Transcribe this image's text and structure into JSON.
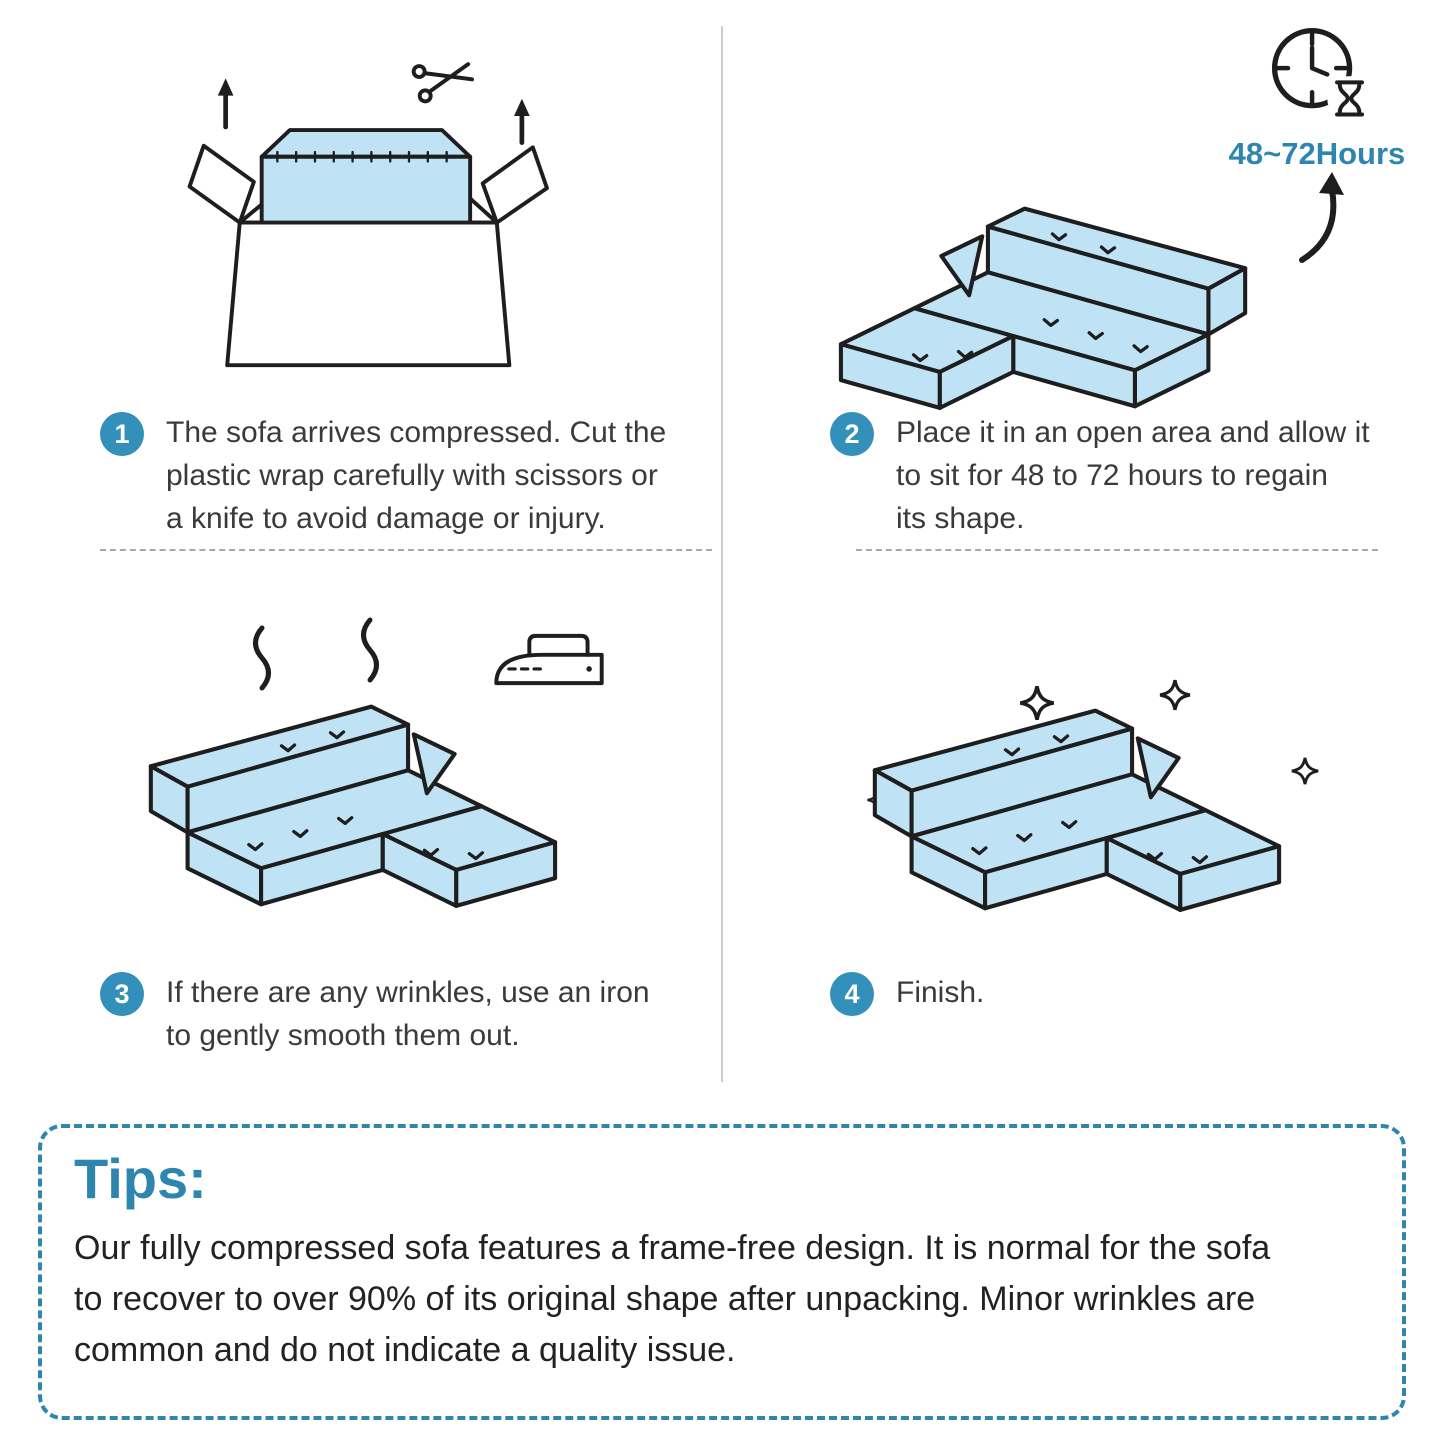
{
  "colors": {
    "accent_teal": "#3390BA",
    "tips_teal": "#2E86AF",
    "sofa_fill": "#BFE3F5",
    "outline": "#1E1E1E",
    "divider_gray": "#cccccc",
    "dashed_separator_gray": "#a8a8a8"
  },
  "steps": [
    {
      "number": "1",
      "text": "The sofa arrives compressed. Cut the\nplastic wrap carefully with scissors or\na knife to avoid damage or injury."
    },
    {
      "number": "2",
      "text": "Place it in an open area and allow it\nto sit for 48 to 72 hours to regain\nits shape."
    },
    {
      "number": "3",
      "text": "If there are any wrinkles, use an iron\nto gently smooth them out."
    },
    {
      "number": "4",
      "text": "Finish."
    }
  ],
  "duration_label": "48~72Hours",
  "tips": {
    "title": "Tips:",
    "body": "Our fully compressed sofa features a frame-free design. It is normal for the sofa\nto recover to over 90% of its original shape after unpacking. Minor wrinkles are\ncommon and do not indicate a quality issue."
  },
  "icons": {
    "scissors": "scissors-icon",
    "up_arrow": "up-arrow-icon",
    "clock": "clock-icon",
    "hourglass": "hourglass-icon",
    "curved_arrow": "curved-arrow-icon",
    "iron": "iron-icon",
    "steam": "steam-icon",
    "sparkle": "sparkle-icon"
  }
}
